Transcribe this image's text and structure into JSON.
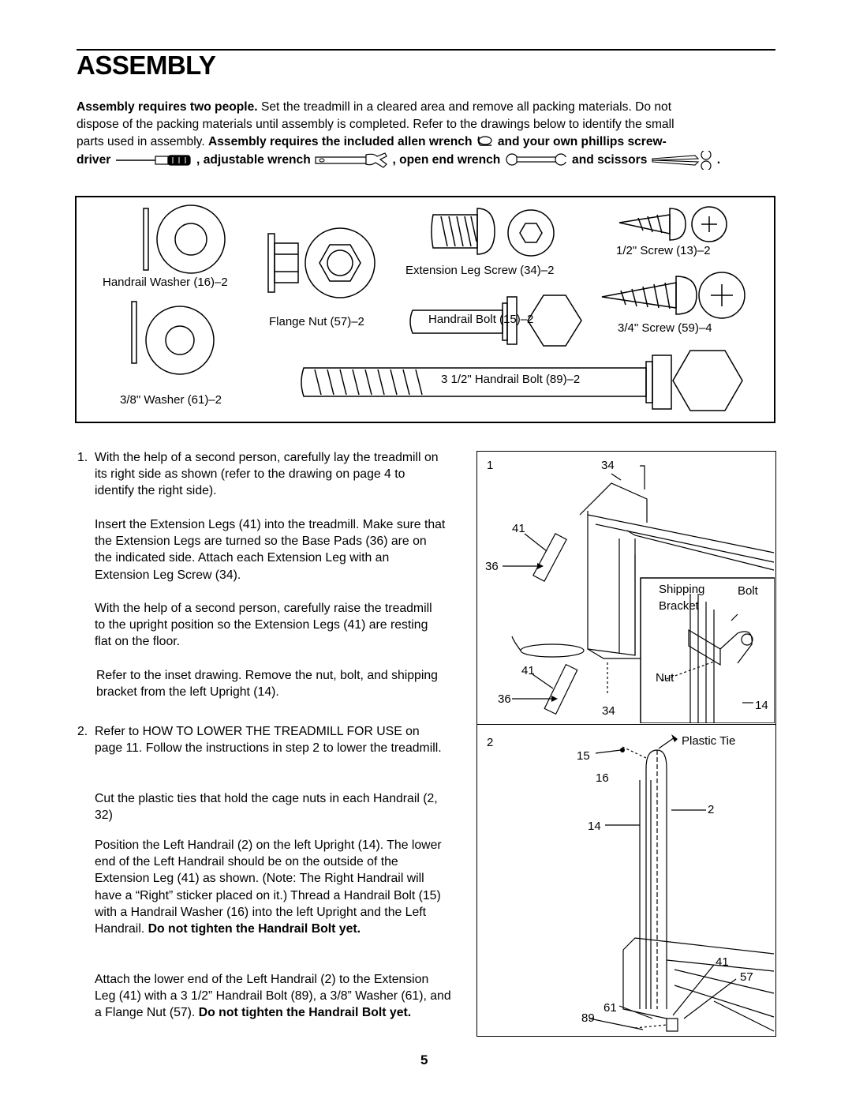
{
  "title": "ASSEMBLY",
  "intro": {
    "s1_bold": "Assembly requires two people.",
    "s1_rest": " Set the treadmill in a cleared area and remove all packing materials. Do not",
    "line2": "dispose of the packing materials until assembly is completed. Refer to the drawings below to identify the small",
    "line3_plain": "parts used in assembly. ",
    "line3_bold": "Assembly requires the included allen wrench",
    "line3_bold2": "and your own phillips screw-",
    "tool_driver": "driver",
    "tool_adjustable": ", adjustable wrench",
    "tool_open_end": ", open end wrench",
    "tool_scissors": "and scissors",
    "period": "."
  },
  "parts": {
    "handrail_washer": "Handrail Washer (16)–2",
    "washer_38": "3/8\" Washer (61)–2",
    "flange_nut": "Flange Nut (57)–2",
    "extension_leg_screw": "Extension Leg Screw (34)–2",
    "handrail_bolt": "Handrail Bolt (15)–2",
    "half_screw": "1/2\" Screw (13)–2",
    "threequarter_screw": "3/4\" Screw (59)–4",
    "long_bolt": "3 1/2\" Handrail Bolt (89)–2"
  },
  "steps": {
    "s1_num": "1.",
    "s1_p1": "With the help of a second person, carefully lay the treadmill on its right side as shown (refer to the drawing on page 4 to identify the right side).",
    "s1_p2": "Insert the Extension Legs (41) into the treadmill. Make sure that the Extension Legs are turned so the Base Pads (36) are on the indicated side. Attach each Extension Leg with an Extension Leg Screw (34).",
    "s1_p3": "With the help of a second person, carefully raise the treadmill to the upright position so the Extension Legs (41) are resting flat on the floor.",
    "s1_p4": "Refer to the inset drawing. Remove the nut, bolt, and shipping bracket from the left Upright (14).",
    "s2_num": "2.",
    "s2_p1": "Refer to HOW TO LOWER THE TREADMILL FOR USE on page 11. Follow the instructions in step 2 to lower the treadmill.",
    "s2_p2": "Cut the plastic ties that hold the cage nuts in each Handrail (2, 32)",
    "s2_p3_plain": "Position the Left Handrail (2) on the left Upright (14). The lower end of the Left Handrail should be on the outside of the Extension Leg (41) as shown. (Note: The Right Handrail will have a “Right” sticker placed on it.) Thread a Handrail Bolt (15) with a Handrail Washer (16) into the left Upright and the Left Handrail. ",
    "s2_p3_bold": "Do not tighten the Handrail Bolt yet.",
    "s2_p4_plain": "Attach the lower end of the Left Handrail (2) to the Extension Leg (41) with a 3 1/2” Handrail Bolt (89), a 3/8” Washer (61), and a Flange Nut (57). ",
    "s2_p4_bold": "Do not tighten the Handrail Bolt yet."
  },
  "figure1": {
    "step": "1",
    "l34_top": "34",
    "l41_top": "41",
    "l36_top": "36",
    "l41_bot": "41",
    "l36_bot": "36",
    "l34_bot": "34",
    "shipping": "Shipping",
    "bracket": "Bracket",
    "bolt": "Bolt",
    "nut": "Nut",
    "l14": "14"
  },
  "figure2": {
    "step": "2",
    "plastic_tie": "Plastic Tie",
    "l15": "15",
    "l16": "16",
    "l2": "2",
    "l14": "14",
    "l41": "41",
    "l57": "57",
    "l61": "61",
    "l89": "89"
  },
  "page_number": "5"
}
